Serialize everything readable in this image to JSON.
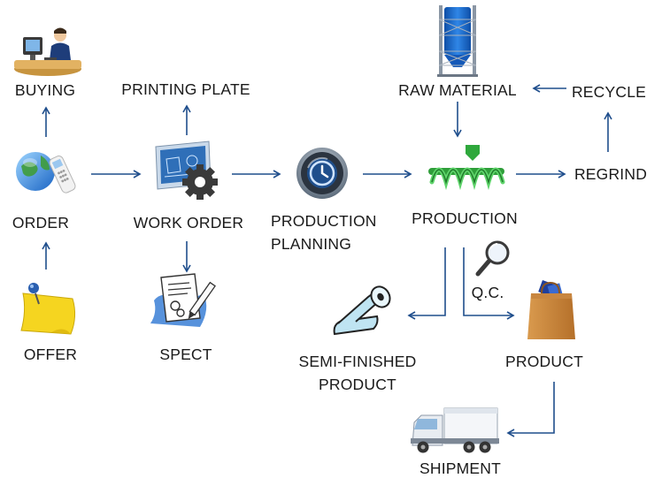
{
  "colors": {
    "arrow": "#1f4e8c",
    "text": "#1a1a1a",
    "background": "#ffffff"
  },
  "nodes": {
    "buying": {
      "label": "BUYING",
      "icon": "computer-user-icon"
    },
    "printing_plate": {
      "label": "PRINTING PLATE"
    },
    "raw_material": {
      "label": "RAW MATERIAL",
      "icon": "silo-icon"
    },
    "recycle": {
      "label": "RECYCLE"
    },
    "order": {
      "label": "ORDER",
      "icon": "globe-phone-icon"
    },
    "work_order": {
      "label": "WORK ORDER",
      "icon": "blueprint-gear-icon"
    },
    "production_planning": {
      "line1": "PRODUCTION",
      "line2": "PLANNING",
      "icon": "clock-button-icon"
    },
    "production": {
      "label": "PRODUCTION",
      "icon": "extruder-screw-icon"
    },
    "regrind": {
      "label": "REGRIND"
    },
    "offer": {
      "label": "OFFER",
      "icon": "sticky-note-icon"
    },
    "spect": {
      "label": "SPECT",
      "icon": "document-pen-icon"
    },
    "qc": {
      "label": "Q.C.",
      "icon": "magnifier-icon"
    },
    "semi_finished": {
      "line1": "SEMI-FINISHED",
      "line2": "PRODUCT",
      "icon": "film-roll-icon"
    },
    "product": {
      "label": "PRODUCT",
      "icon": "shopping-bag-icon"
    },
    "shipment": {
      "label": "SHIPMENT",
      "icon": "truck-icon"
    }
  }
}
